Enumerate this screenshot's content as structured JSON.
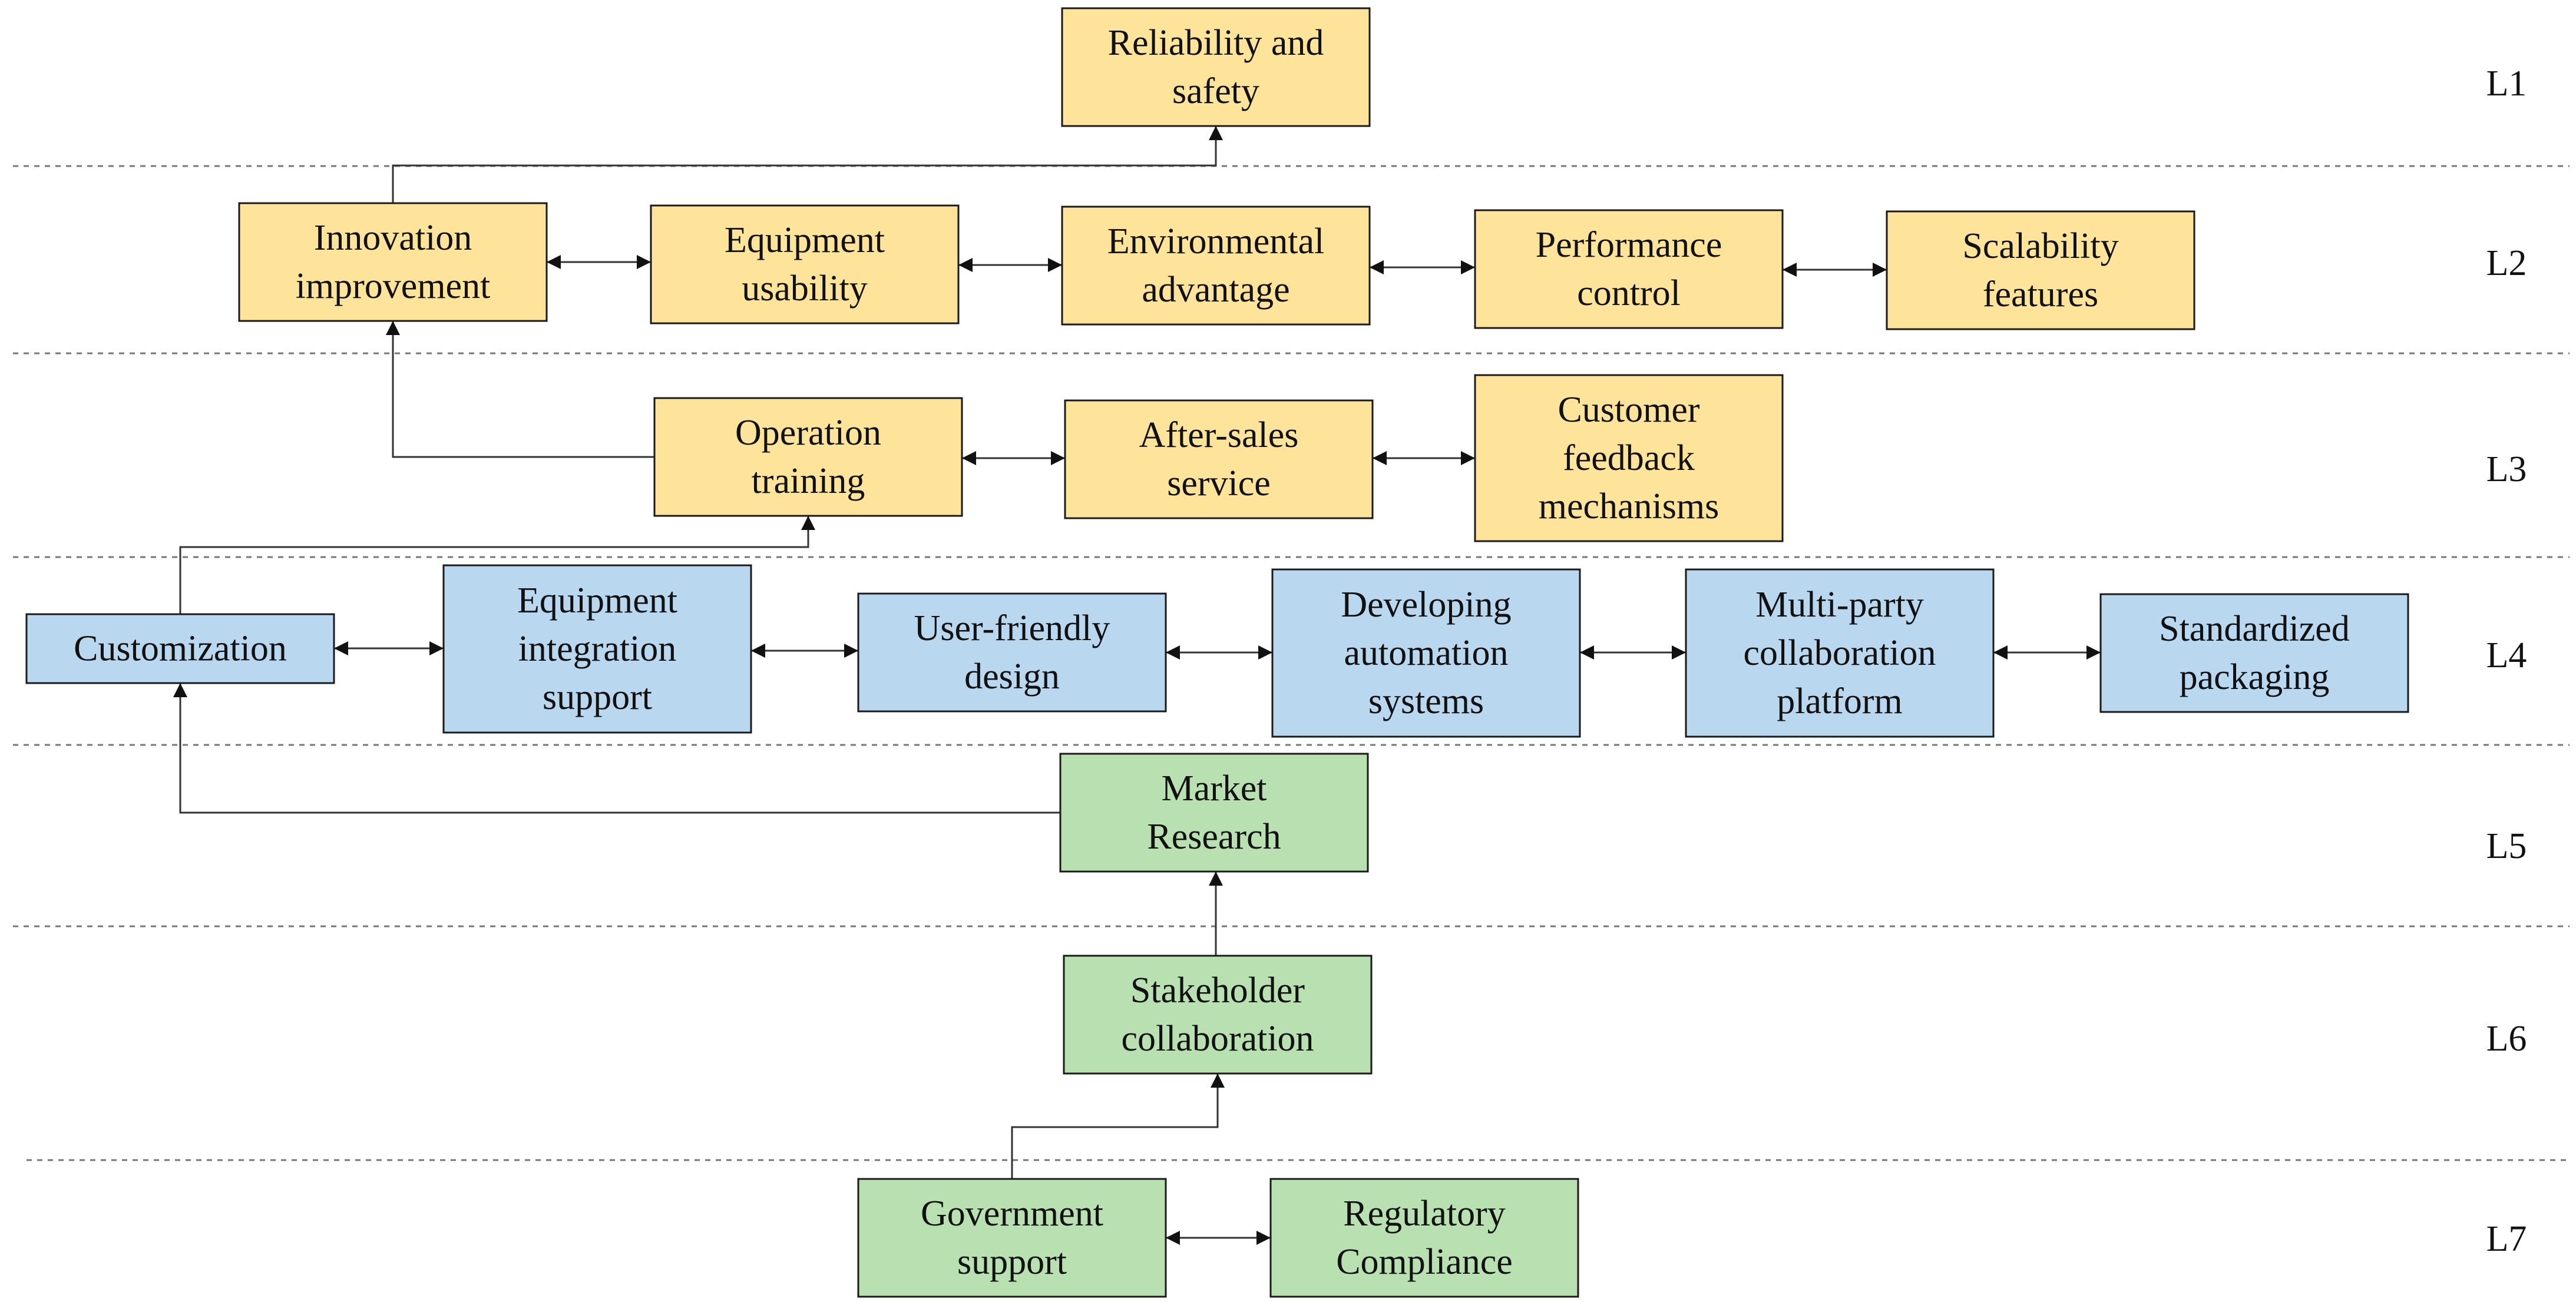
{
  "colors": {
    "level_1_3_box": "#fde49a",
    "level_4_box": "#b9d7ef",
    "level_5_7_box": "#b9e0b0",
    "box_border": "#1a1a1a",
    "separator": "#777777",
    "connector": "#333333",
    "text": "#111111"
  },
  "levels": [
    "L1",
    "L2",
    "L3",
    "L4",
    "L5",
    "L6",
    "L7"
  ],
  "nodes": [
    {
      "id": "reliability",
      "level": "L1",
      "lines": [
        "Reliability and",
        "safety"
      ]
    },
    {
      "id": "innovation",
      "level": "L2",
      "lines": [
        "Innovation",
        "improvement"
      ]
    },
    {
      "id": "usability",
      "level": "L2",
      "lines": [
        "Equipment",
        "usability"
      ]
    },
    {
      "id": "environmental",
      "level": "L2",
      "lines": [
        "Environmental",
        "advantage"
      ]
    },
    {
      "id": "performance",
      "level": "L2",
      "lines": [
        "Performance",
        "control"
      ]
    },
    {
      "id": "scalability",
      "level": "L2",
      "lines": [
        "Scalability",
        "features"
      ]
    },
    {
      "id": "training",
      "level": "L3",
      "lines": [
        "Operation",
        "training"
      ]
    },
    {
      "id": "aftersales",
      "level": "L3",
      "lines": [
        "After-sales",
        "service"
      ]
    },
    {
      "id": "feedback",
      "level": "L3",
      "lines": [
        "Customer",
        "feedback",
        "mechanisms"
      ]
    },
    {
      "id": "customization",
      "level": "L4",
      "lines": [
        "Customization"
      ]
    },
    {
      "id": "integration",
      "level": "L4",
      "lines": [
        "Equipment",
        "integration",
        "support"
      ]
    },
    {
      "id": "userfriendly",
      "level": "L4",
      "lines": [
        "User-friendly",
        "design"
      ]
    },
    {
      "id": "automation",
      "level": "L4",
      "lines": [
        "Developing",
        "automation",
        "systems"
      ]
    },
    {
      "id": "collaboration_platform",
      "level": "L4",
      "lines": [
        "Multi-party",
        "collaboration",
        "platform"
      ]
    },
    {
      "id": "packaging",
      "level": "L4",
      "lines": [
        "Standardized",
        "packaging"
      ]
    },
    {
      "id": "market",
      "level": "L5",
      "lines": [
        "Market",
        "Research"
      ]
    },
    {
      "id": "stakeholder",
      "level": "L6",
      "lines": [
        "Stakeholder",
        "collaboration"
      ]
    },
    {
      "id": "government",
      "level": "L7",
      "lines": [
        "Government",
        "support"
      ]
    },
    {
      "id": "regulatory",
      "level": "L7",
      "lines": [
        "Regulatory",
        "Compliance"
      ]
    }
  ],
  "edges": [
    {
      "from": "innovation",
      "to": "reliability",
      "type": "directed"
    },
    {
      "from": "innovation",
      "to": "usability",
      "type": "bidirectional"
    },
    {
      "from": "usability",
      "to": "environmental",
      "type": "bidirectional"
    },
    {
      "from": "environmental",
      "to": "performance",
      "type": "bidirectional"
    },
    {
      "from": "performance",
      "to": "scalability",
      "type": "bidirectional"
    },
    {
      "from": "training",
      "to": "innovation",
      "type": "directed"
    },
    {
      "from": "training",
      "to": "aftersales",
      "type": "bidirectional"
    },
    {
      "from": "aftersales",
      "to": "feedback",
      "type": "bidirectional"
    },
    {
      "from": "customization",
      "to": "training",
      "type": "directed"
    },
    {
      "from": "customization",
      "to": "integration",
      "type": "bidirectional"
    },
    {
      "from": "integration",
      "to": "userfriendly",
      "type": "bidirectional"
    },
    {
      "from": "userfriendly",
      "to": "automation",
      "type": "bidirectional"
    },
    {
      "from": "automation",
      "to": "collaboration_platform",
      "type": "bidirectional"
    },
    {
      "from": "collaboration_platform",
      "to": "packaging",
      "type": "bidirectional"
    },
    {
      "from": "market",
      "to": "customization",
      "type": "directed"
    },
    {
      "from": "stakeholder",
      "to": "market",
      "type": "directed"
    },
    {
      "from": "government",
      "to": "stakeholder",
      "type": "directed"
    },
    {
      "from": "government",
      "to": "regulatory",
      "type": "bidirectional"
    }
  ]
}
